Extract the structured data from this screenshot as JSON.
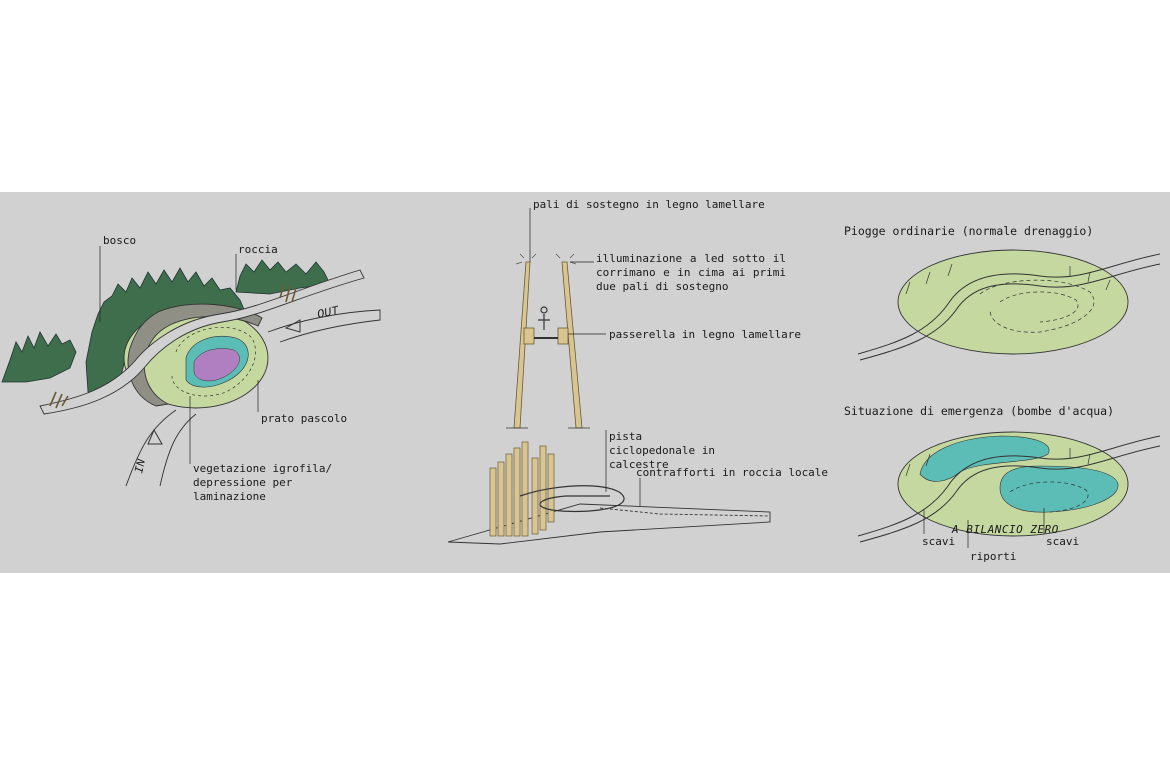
{
  "left_map": {
    "label_bosco": "bosco",
    "label_roccia": "roccia",
    "label_prato": "prato pascolo",
    "label_vegetazione": "vegetazione igrofila/ depressione per laminazione",
    "road_out": "OUT",
    "road_in": "IN"
  },
  "center": {
    "label_pali": "pali di sostegno in legno lamellare",
    "label_illuminazione": "illuminazione a led sotto il corrimano e in cima ai primi due pali di sostegno",
    "label_passerella": "passerella in legno lamellare",
    "label_pista": "pista ciclopedonale in calcestre",
    "label_contrafforti": "contrafforti in roccia locale"
  },
  "right": {
    "title_top": "Piogge ordinarie (normale drenaggio)",
    "title_bottom": "Situazione di emergenza (bombe d'acqua)",
    "label_bilancio": "A BILANCIO ZERO",
    "label_scavi_left": "scavi",
    "label_scavi_right": "scavi",
    "label_riporti": "riporti"
  },
  "colors": {
    "panel_bg": "#d1d1d1",
    "forest": "#3f6e4c",
    "meadow": "#c5d8a0",
    "rock": "#8f8f86",
    "water": "#5cbdb7",
    "wetland": "#b07fbf",
    "wood": "#d8c591"
  }
}
